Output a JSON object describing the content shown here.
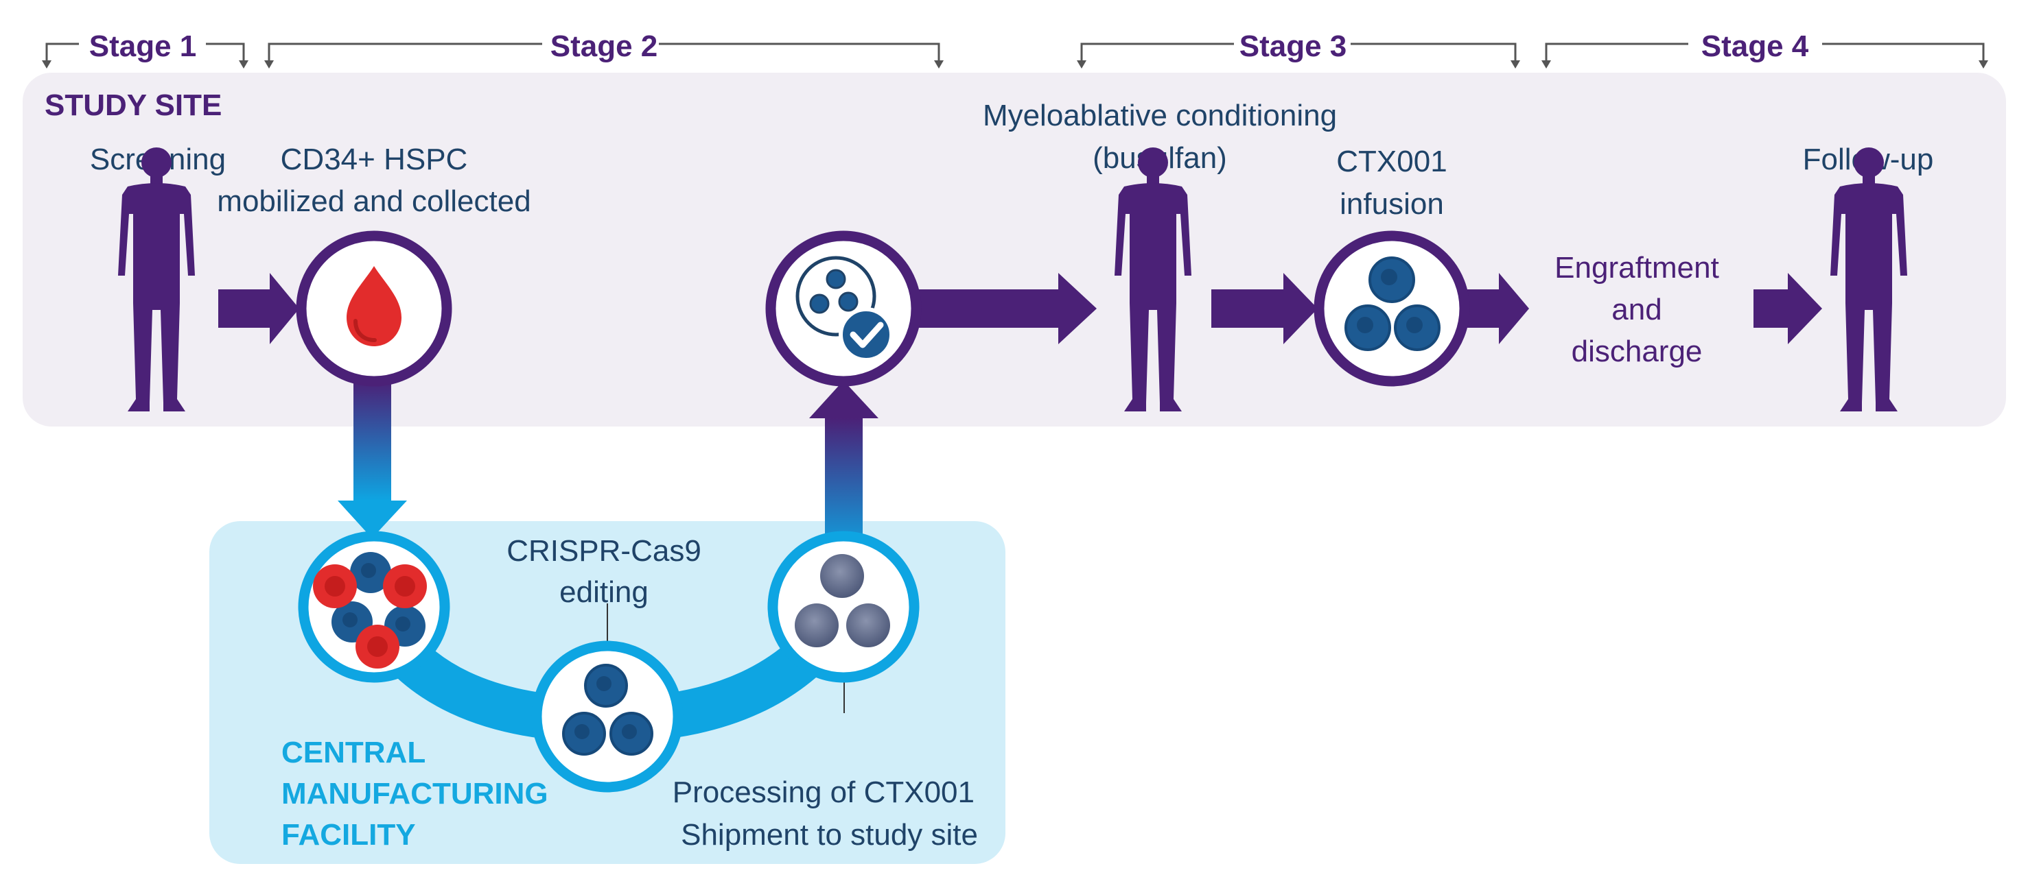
{
  "stages": [
    {
      "label": "Stage 1"
    },
    {
      "label": "Stage 2"
    },
    {
      "label": "Stage 3"
    },
    {
      "label": "Stage 4"
    }
  ],
  "study_site": {
    "title": "STUDY SITE",
    "screening": "Screening",
    "collection": [
      "CD34+ HSPC",
      "mobilized and collected"
    ],
    "conditioning": [
      "Myeloablative conditioning",
      "(busulfan)"
    ],
    "infusion": [
      "CTX001",
      "infusion"
    ],
    "engraftment": [
      "Engraftment",
      "and",
      "discharge"
    ],
    "followup": "Follow-up"
  },
  "facility": {
    "title": [
      "CENTRAL",
      "MANUFACTURING",
      "FACILITY"
    ],
    "editing": [
      "CRISPR-Cas9",
      "editing"
    ],
    "processing": [
      "Processing of CTX001",
      "Shipment to study site"
    ]
  },
  "colors": {
    "purple": "#4b2177",
    "site_bg": "#f1eef4",
    "facility_bg": "#d1eef9",
    "cyan": "#0ea5e2",
    "cell_blue": "#1d5a92",
    "red": "#e22c2c"
  },
  "icons": [
    "person-icon",
    "blood-drop-icon",
    "checkmark-icon",
    "cell-icon"
  ]
}
